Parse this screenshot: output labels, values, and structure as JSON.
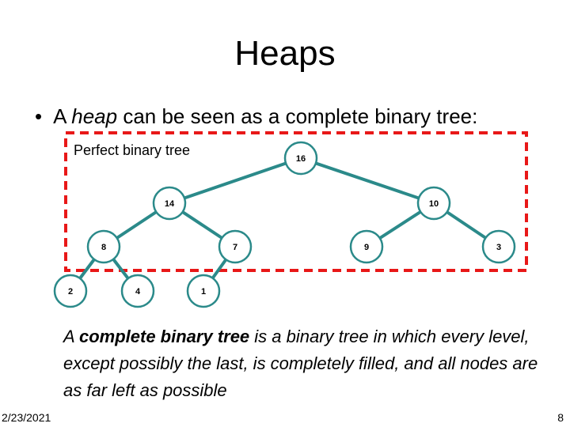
{
  "slide": {
    "title": "Heaps",
    "bullet": {
      "symbol": "•",
      "prefix": "A ",
      "emphasis": "heap",
      "suffix": " can be seen as a complete binary tree:"
    },
    "box_label": "Perfect binary tree",
    "description": {
      "prefix": "A ",
      "term": "complete binary tree",
      "rest": " is a binary tree in which every level, except possibly the last, is completely filled, and all nodes are as far left as possible"
    },
    "footer": {
      "date": "2/23/2021",
      "page": "8"
    }
  },
  "tree": {
    "nodes": [
      {
        "id": "n1",
        "value": "16",
        "level": 0,
        "parent": null
      },
      {
        "id": "n2",
        "value": "14",
        "level": 1,
        "parent": "n1"
      },
      {
        "id": "n3",
        "value": "10",
        "level": 1,
        "parent": "n1"
      },
      {
        "id": "n4",
        "value": "8",
        "level": 2,
        "parent": "n2"
      },
      {
        "id": "n5",
        "value": "7",
        "level": 2,
        "parent": "n2"
      },
      {
        "id": "n6",
        "value": "9",
        "level": 2,
        "parent": "n3"
      },
      {
        "id": "n7",
        "value": "3",
        "level": 2,
        "parent": "n3"
      },
      {
        "id": "n8",
        "value": "2",
        "level": 3,
        "parent": "n4"
      },
      {
        "id": "n9",
        "value": "4",
        "level": 3,
        "parent": "n4"
      },
      {
        "id": "n10",
        "value": "1",
        "level": 3,
        "parent": "n5"
      }
    ],
    "colors": {
      "node_fill": "#ffffff",
      "node_stroke": "#2b8a8a",
      "edge": "#2b8a8a",
      "box": "#e81818"
    }
  }
}
